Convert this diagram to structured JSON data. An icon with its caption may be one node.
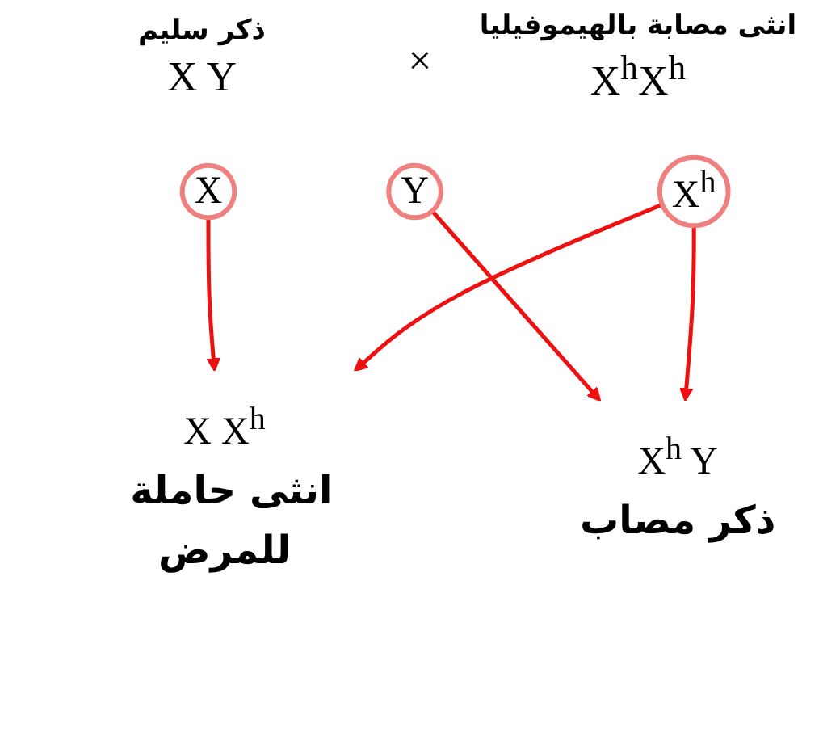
{
  "diagram": {
    "nodes": [
      {
        "text": [
          "X"
        ]
      },
      {
        "text": [
          "Y"
        ]
      },
      {
        "text": [
          "X$^{h}$"
        ]
      },
      {
        "text": [
          "X X$^{h}$",
          "انثى حاملة للمرض"
        ]
      },
      {
        "text": [
          "X$^{h}$ Y",
          "ذكر مصاب"
        ]
      }
    ],
    "edges": [
      {
        "from": 0,
        "to": 3,
        "arrow": "to"
      },
      {
        "from": 2,
        "to": 3,
        "arrow": "to"
      },
      {
        "from": 1,
        "to": 4,
        "arrow": "to"
      },
      {
        "from": 2,
        "to": 4,
        "arrow": "to"
      }
    ],
    "labels": [
      "ذكر سليم",
      "انثى مصابة بالهيموفيليا",
      "X Y",
      "×",
      "X$^{h}$X$^{h}$"
    ]
  }
}
